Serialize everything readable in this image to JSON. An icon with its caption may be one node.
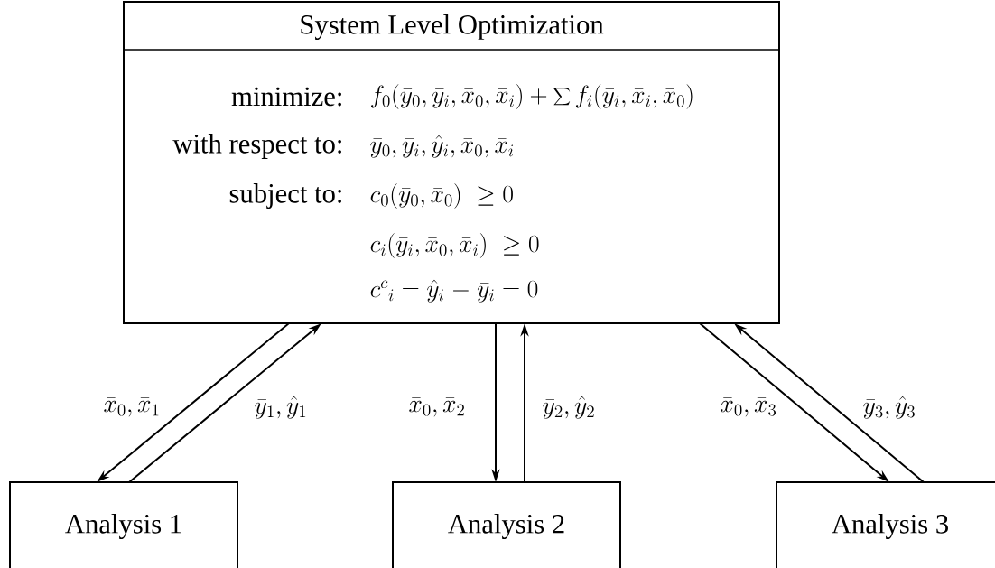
{
  "diagram": {
    "nodes": [
      {
        "text": [
          "System Level Optimization",
          "minimize:",
          "f_0(\\bar{y}_0, \\bar{y}_i, \\bar{x}_0, \\bar{x}_i) + \\sum f_i(\\bar{y}_i, \\bar{x}_i, \\bar{x}_0)",
          "with respect to:",
          "\\bar{y}_0, \\bar{y}_i, \\hat{y}_i, \\bar{x}_0, \\bar{x}_i",
          "subject to:",
          "c_0(\\bar{y}_0, \\bar{x}_0) \\;\\geq 0",
          "c_i(\\bar{y}_i, \\bar{x}_0, \\bar{x}_i) \\;\\geq 0",
          "c^{c}{}_{i} = \\hat{y}_i \\mathrm{\\ -\\ } \\bar{y}_i = 0"
        ]
      },
      {
        "text": [
          "Analysis 1"
        ]
      },
      {
        "text": [
          "Analysis 2"
        ]
      },
      {
        "text": [
          "Analysis 3"
        ]
      }
    ],
    "edges": [
      {
        "from": 0,
        "to": 1,
        "arrow": "to",
        "label": "\\bar{x}_0, \\bar{x}_1"
      },
      {
        "from": 1,
        "to": 0,
        "arrow": "to",
        "label": "\\bar{y}_1, \\hat{y}_1"
      },
      {
        "from": 0,
        "to": 2,
        "arrow": "to",
        "label": "\\bar{x}_0, \\bar{x}_2"
      },
      {
        "from": 2,
        "to": 0,
        "arrow": "to",
        "label": "\\bar{y}_2, \\hat{y}_2"
      },
      {
        "from": 0,
        "to": 3,
        "arrow": "to",
        "label": "\\bar{x}_0, \\bar{x}_3"
      },
      {
        "from": 3,
        "to": 0,
        "arrow": "to",
        "label": "\\bar{y}_3, \\hat{y}_3"
      }
    ]
  }
}
